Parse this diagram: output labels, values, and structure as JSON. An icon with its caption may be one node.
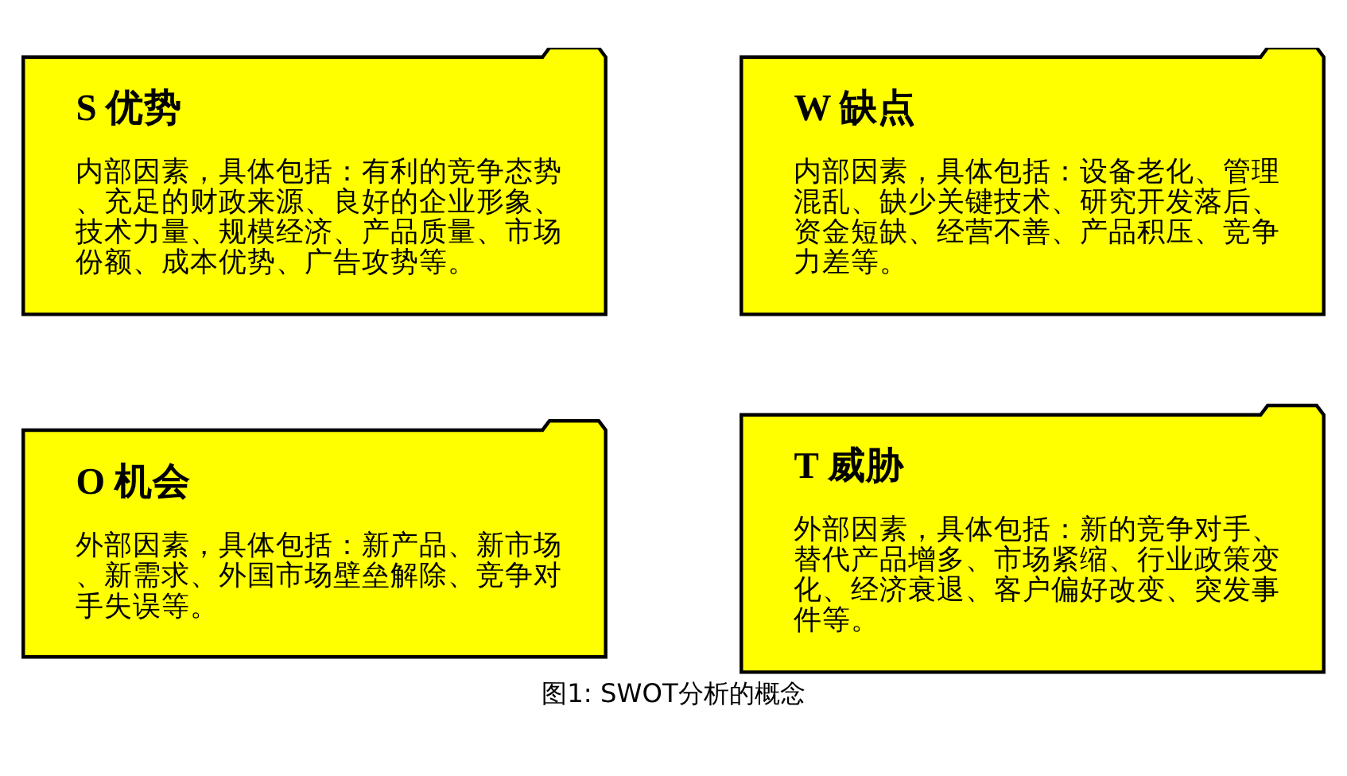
{
  "diagram": {
    "caption": "图1: SWOT分析的概念",
    "nodes": [
      {
        "text": [
          "S 优势",
          "内部因素，具体包括：有利的竞争态势、充足的财政来源、良好的企业形象、技术力量、规模经济、产品质量、市场份额、成本优势、广告攻势等。"
        ]
      },
      {
        "text": [
          "W 缺点",
          "内部因素，具体包括：设备老化、管理混乱、缺少关键技术、研究开发落后、资金短缺、经营不善、产品积压、竞争力差等。"
        ]
      },
      {
        "text": [
          "O 机会",
          "外部因素，具体包括：新产品、新市场、新需求、外国市场壁垒解除、竞争对手失误等。"
        ]
      },
      {
        "text": [
          "T 威胁",
          "外部因素，具体包括：新的竞争对手、替代产品增多、市场紧缩、行业政策变化、经济衰退、客户偏好改变、突发事件等。"
        ]
      }
    ],
    "edges": []
  }
}
